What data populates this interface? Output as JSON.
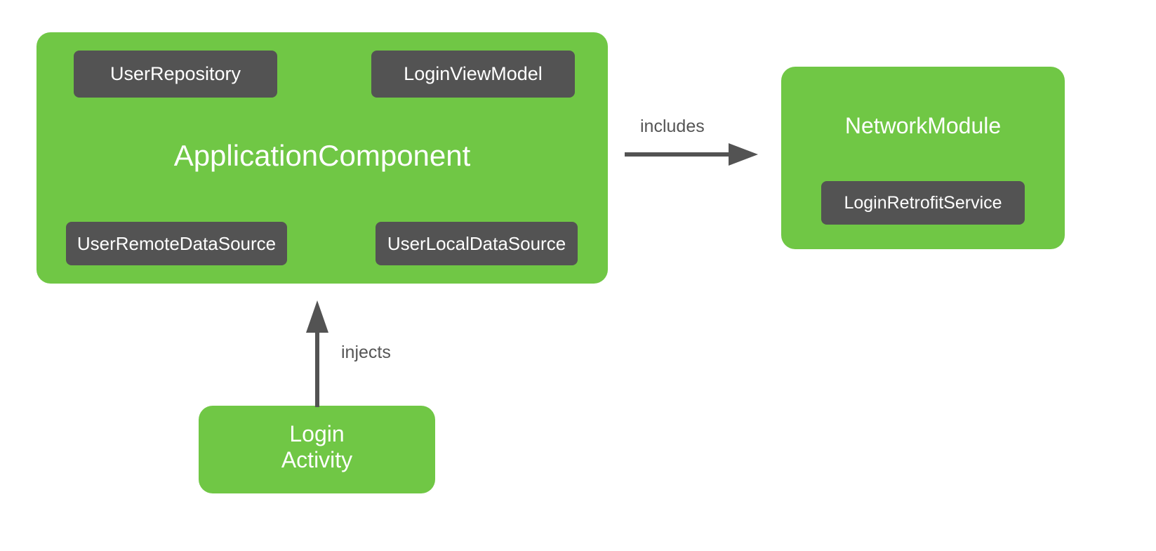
{
  "diagram": {
    "type": "dependency-injection-component-diagram",
    "background": "#ffffff",
    "colors": {
      "container": "#70c745",
      "chip": "#535353",
      "chip_text": "#ffffff",
      "container_text": "#ffffff",
      "edge": "#535353",
      "edge_label_text": "#555555"
    },
    "nodes": {
      "application_component": {
        "title": "ApplicationComponent",
        "chips": [
          {
            "label": "UserRepository"
          },
          {
            "label": "LoginViewModel"
          },
          {
            "label": "UserRemoteDataSource"
          },
          {
            "label": "UserLocalDataSource"
          }
        ]
      },
      "network_module": {
        "title": "NetworkModule",
        "chips": [
          {
            "label": "LoginRetrofitService"
          }
        ]
      },
      "login_activity": {
        "title": "Login\nActivity"
      }
    },
    "edges": [
      {
        "id": "includes",
        "label": "includes",
        "from": "application_component",
        "to": "network_module",
        "direction": "right"
      },
      {
        "id": "injects",
        "label": "injects",
        "from": "login_activity",
        "to": "application_component",
        "direction": "up"
      }
    ]
  }
}
